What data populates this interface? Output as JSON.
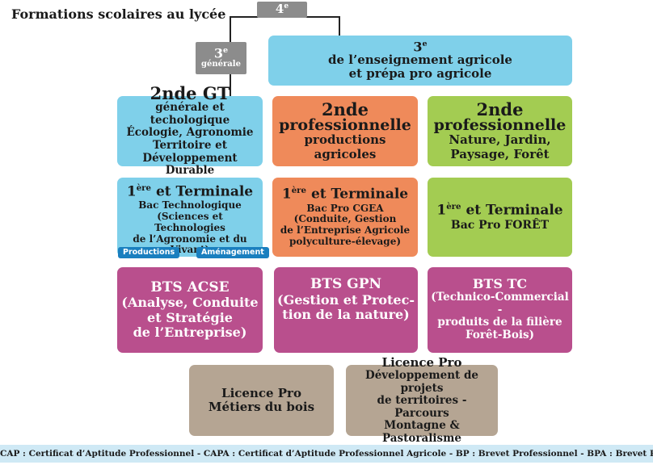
{
  "title": "Formations scolaires au lycée",
  "level4": {
    "num": "4",
    "sup": "e"
  },
  "level3g": {
    "num": "3",
    "sup": "e",
    "label": "générale"
  },
  "level3a": {
    "num": "3",
    "sup": "e",
    "line1": "de l’enseignement agricole",
    "line2": "et prépa pro agricole"
  },
  "nde_gt": {
    "title": "2nde GT",
    "lines": [
      "générale et techologique",
      "Écologie, Agronomie",
      "Territoire et",
      "Développement Durable"
    ]
  },
  "nde_prod": {
    "title1": "2nde",
    "title2": "professionnelle",
    "lines": [
      "productions",
      "agricoles"
    ]
  },
  "nde_nat": {
    "title1": "2nde",
    "title2": "professionnelle",
    "lines": [
      "Nature, Jardin,",
      "Paysage, Forêt"
    ]
  },
  "term_techno": {
    "sup": "ère",
    "pre": "1",
    "post": " et Terminale",
    "lines": [
      "Bac Technologique",
      "(Sciences et Technologies",
      "de l’Agronomie et du Vivant)"
    ],
    "tag1": "Productions",
    "tag2": "Aménagement"
  },
  "term_cgea": {
    "sup": "ère",
    "pre": "1",
    "post": " et Terminale",
    "lines": [
      "Bac Pro CGEA",
      "(Conduite, Gestion",
      "de l’Entreprise Agricole",
      "polyculture-élevage)"
    ]
  },
  "term_foret": {
    "sup": "ère",
    "pre": "1",
    "post": " et Terminale",
    "lines": [
      "Bac Pro FORÊT"
    ]
  },
  "bts_acse": {
    "title": "BTS ACSE",
    "lines": [
      "(Analyse, Conduite",
      "et Stratégie",
      "de l’Entreprise)"
    ]
  },
  "bts_gpn": {
    "title": "BTS GPN",
    "lines": [
      "(Gestion et Protec-",
      "tion de la nature)"
    ]
  },
  "bts_tc": {
    "title": "BTS TC",
    "lines": [
      "(Technico-Commercial -",
      "produits de la filière",
      "Forêt-Bois)"
    ]
  },
  "lic_bois": {
    "title": "Licence Pro",
    "lines": [
      "Métiers du bois"
    ]
  },
  "lic_terr": {
    "title": "Licence Pro",
    "lines": [
      "Développement de projets",
      "de territoires - Parcours",
      "Montagne & Pastoralisme"
    ]
  },
  "footer": "CAP : Certificat d’Aptitude Professionnel - CAPA : Certificat d’Aptitude Professionnel Agricole - BP : Brevet Professionnel - BPA : Brevet Professionnel Agricole",
  "colors": {
    "blue": "#7fd0ea",
    "orange": "#ef8a5a",
    "green": "#a3cc52",
    "magenta": "#b94f8d",
    "taupe": "#b5a593",
    "grey": "#8c8c8c"
  }
}
